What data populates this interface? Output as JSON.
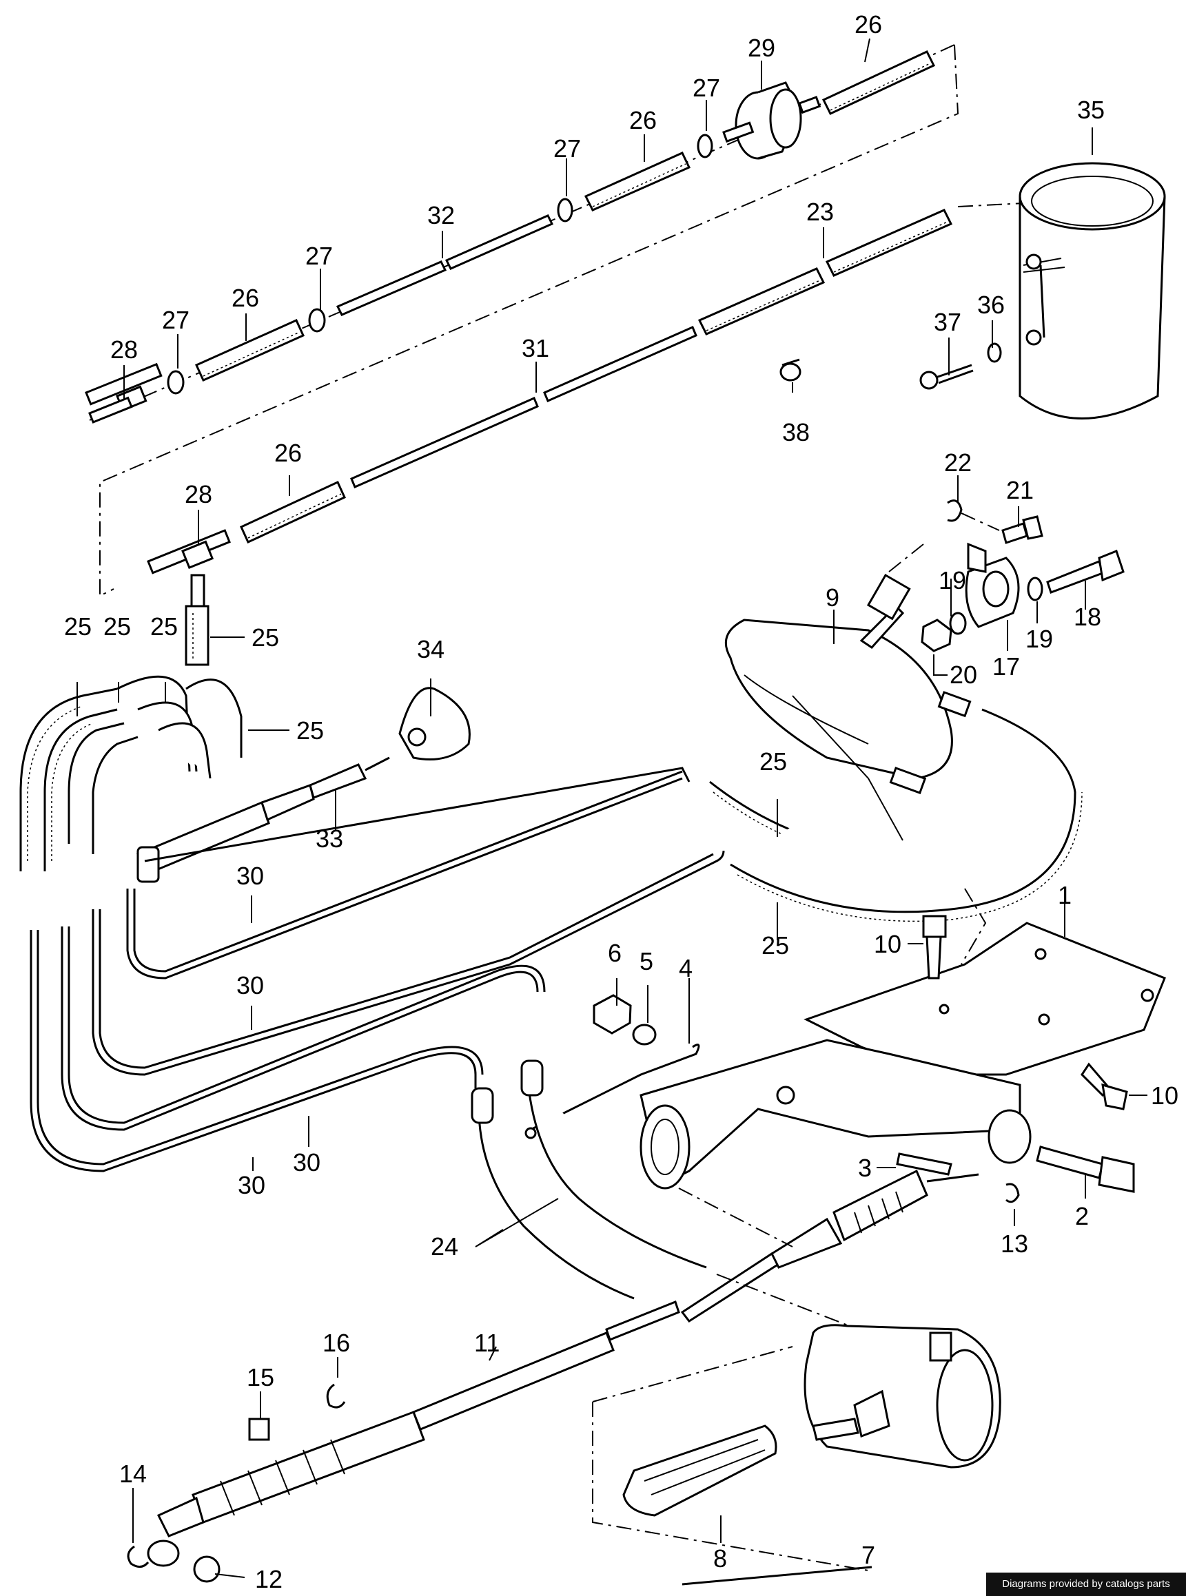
{
  "diagram": {
    "watermark": "Diagrams provided by catalogs parts",
    "callouts": {
      "c1": "1",
      "c2": "2",
      "c3": "3",
      "c4": "4",
      "c5": "5",
      "c6": "6",
      "c7": "7",
      "c8": "8",
      "c9": "9",
      "c10a": "10",
      "c10b": "10",
      "c11": "11",
      "c12": "12",
      "c13": "13",
      "c14": "14",
      "c15": "15",
      "c16": "16",
      "c17": "17",
      "c18": "18",
      "c19a": "19",
      "c19b": "19",
      "c20": "20",
      "c21": "21",
      "c22": "22",
      "c23": "23",
      "c24": "24",
      "c25a": "25",
      "c25b": "25",
      "c25c": "25",
      "c25d": "25",
      "c25e": "25",
      "c25f": "25",
      "c25g": "25",
      "c26a": "26",
      "c26b": "26",
      "c26c": "26",
      "c26d": "26",
      "c27a": "27",
      "c27b": "27",
      "c27c": "27",
      "c27d": "27",
      "c28a": "28",
      "c28b": "28",
      "c29": "29",
      "c30a": "30",
      "c30b": "30",
      "c30c": "30",
      "c30d": "30",
      "c31": "31",
      "c32": "32",
      "c33": "33",
      "c34": "34",
      "c35": "35",
      "c36": "36",
      "c37": "37",
      "c38": "38"
    }
  }
}
